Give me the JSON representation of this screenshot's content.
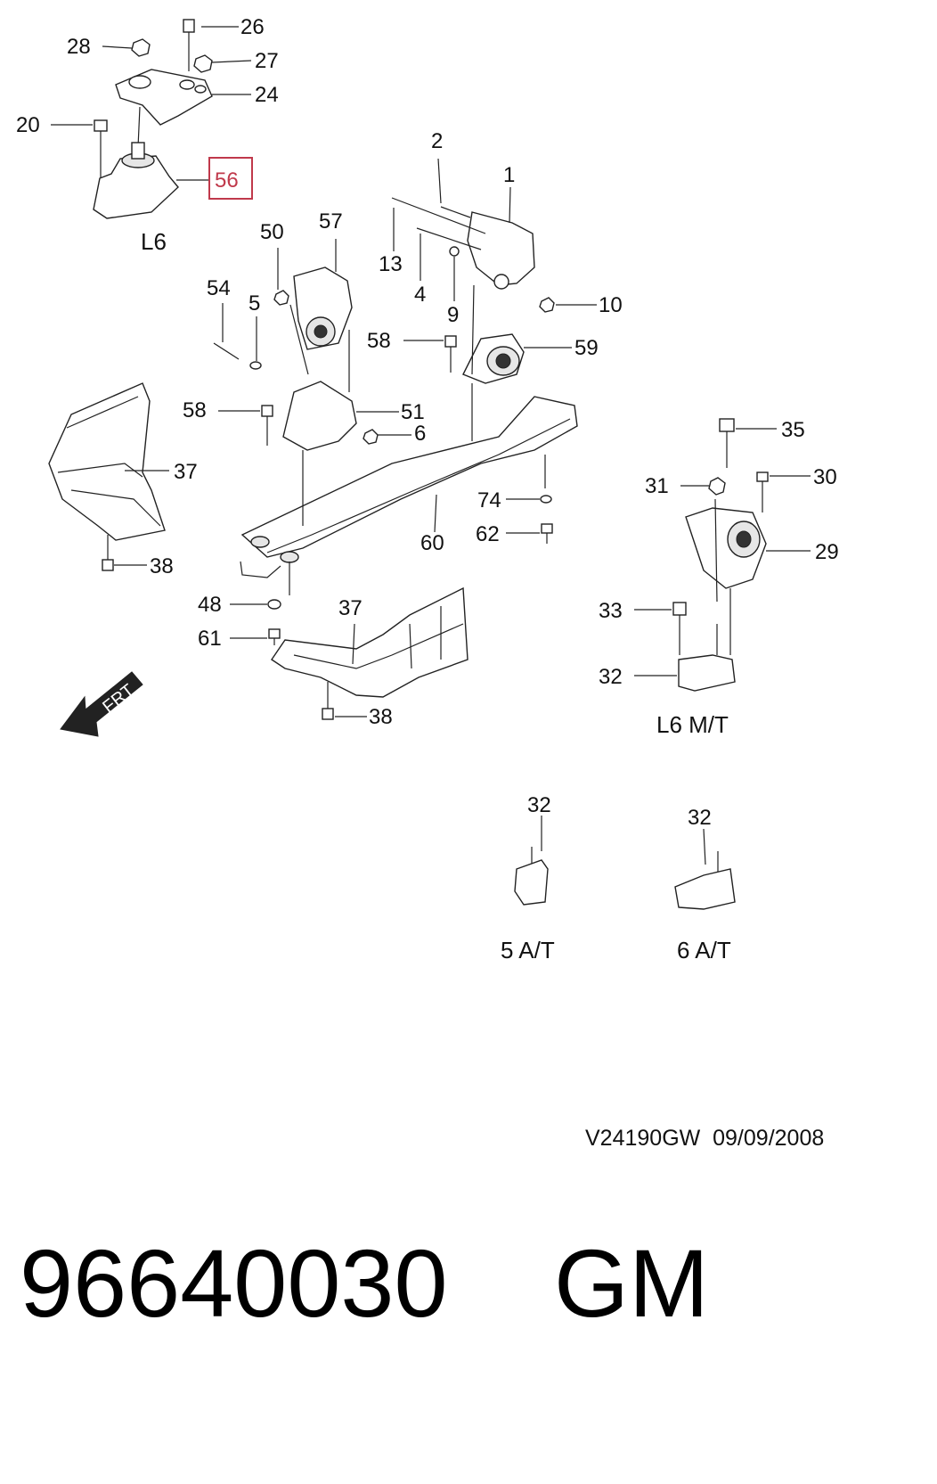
{
  "callouts": {
    "c1": "1",
    "c2": "2",
    "c4": "4",
    "c5": "5",
    "c6": "6",
    "c9": "9",
    "c10": "10",
    "c13": "13",
    "c20": "20",
    "c24": "24",
    "c26": "26",
    "c27": "27",
    "c28": "28",
    "c29": "29",
    "c30": "30",
    "c31": "31",
    "c32a": "32",
    "c32b": "32",
    "c32c": "32",
    "c33": "33",
    "c35": "35",
    "c37a": "37",
    "c37b": "37",
    "c38a": "38",
    "c38b": "38",
    "c48": "48",
    "c50": "50",
    "c51": "51",
    "c54": "54",
    "c56": "56",
    "c57": "57",
    "c58a": "58",
    "c58b": "58",
    "c59": "59",
    "c60": "60",
    "c61": "61",
    "c62": "62",
    "c74": "74"
  },
  "variants": {
    "l6": "L6",
    "l6mt": "L6 M/T",
    "at5": "5 A/T",
    "at6": "6 A/T"
  },
  "direction_arrow": "FRT",
  "highlight_color": "#c0394b",
  "reference": "V24190GW  09/09/2008",
  "part_number": "96640030",
  "brand": "GM"
}
